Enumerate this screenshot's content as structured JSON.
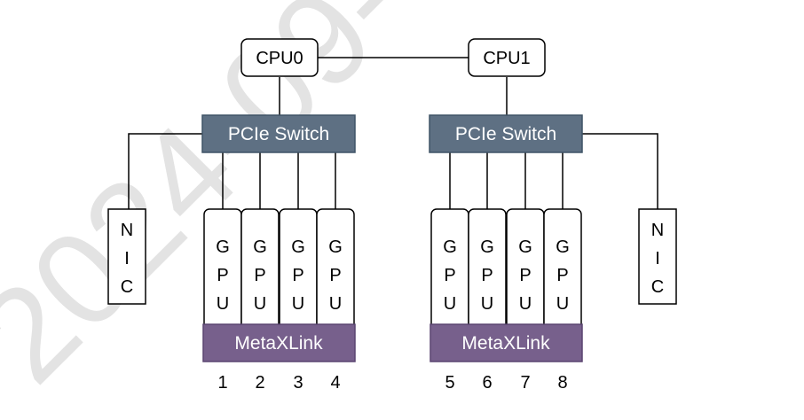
{
  "watermark": "2024-09-",
  "cpus": [
    {
      "label": "CPU0"
    },
    {
      "label": "CPU1"
    }
  ],
  "switches": [
    {
      "label": "PCIe Switch"
    },
    {
      "label": "PCIe Switch"
    }
  ],
  "nics": [
    {
      "letters": [
        "N",
        "I",
        "C"
      ]
    },
    {
      "letters": [
        "N",
        "I",
        "C"
      ]
    }
  ],
  "gpu_letters": [
    "G",
    "P",
    "U"
  ],
  "links": [
    {
      "label": "MetaXLink"
    },
    {
      "label": "MetaXLink"
    }
  ],
  "gpu_numbers": [
    "1",
    "2",
    "3",
    "4",
    "5",
    "6",
    "7",
    "8"
  ],
  "colors": {
    "switch_fill": "#5e7083",
    "switch_stroke": "#3f5366",
    "link_fill": "#77608c",
    "link_stroke": "#5a4470",
    "line": "#000000",
    "watermark": "#e3e3e3"
  }
}
